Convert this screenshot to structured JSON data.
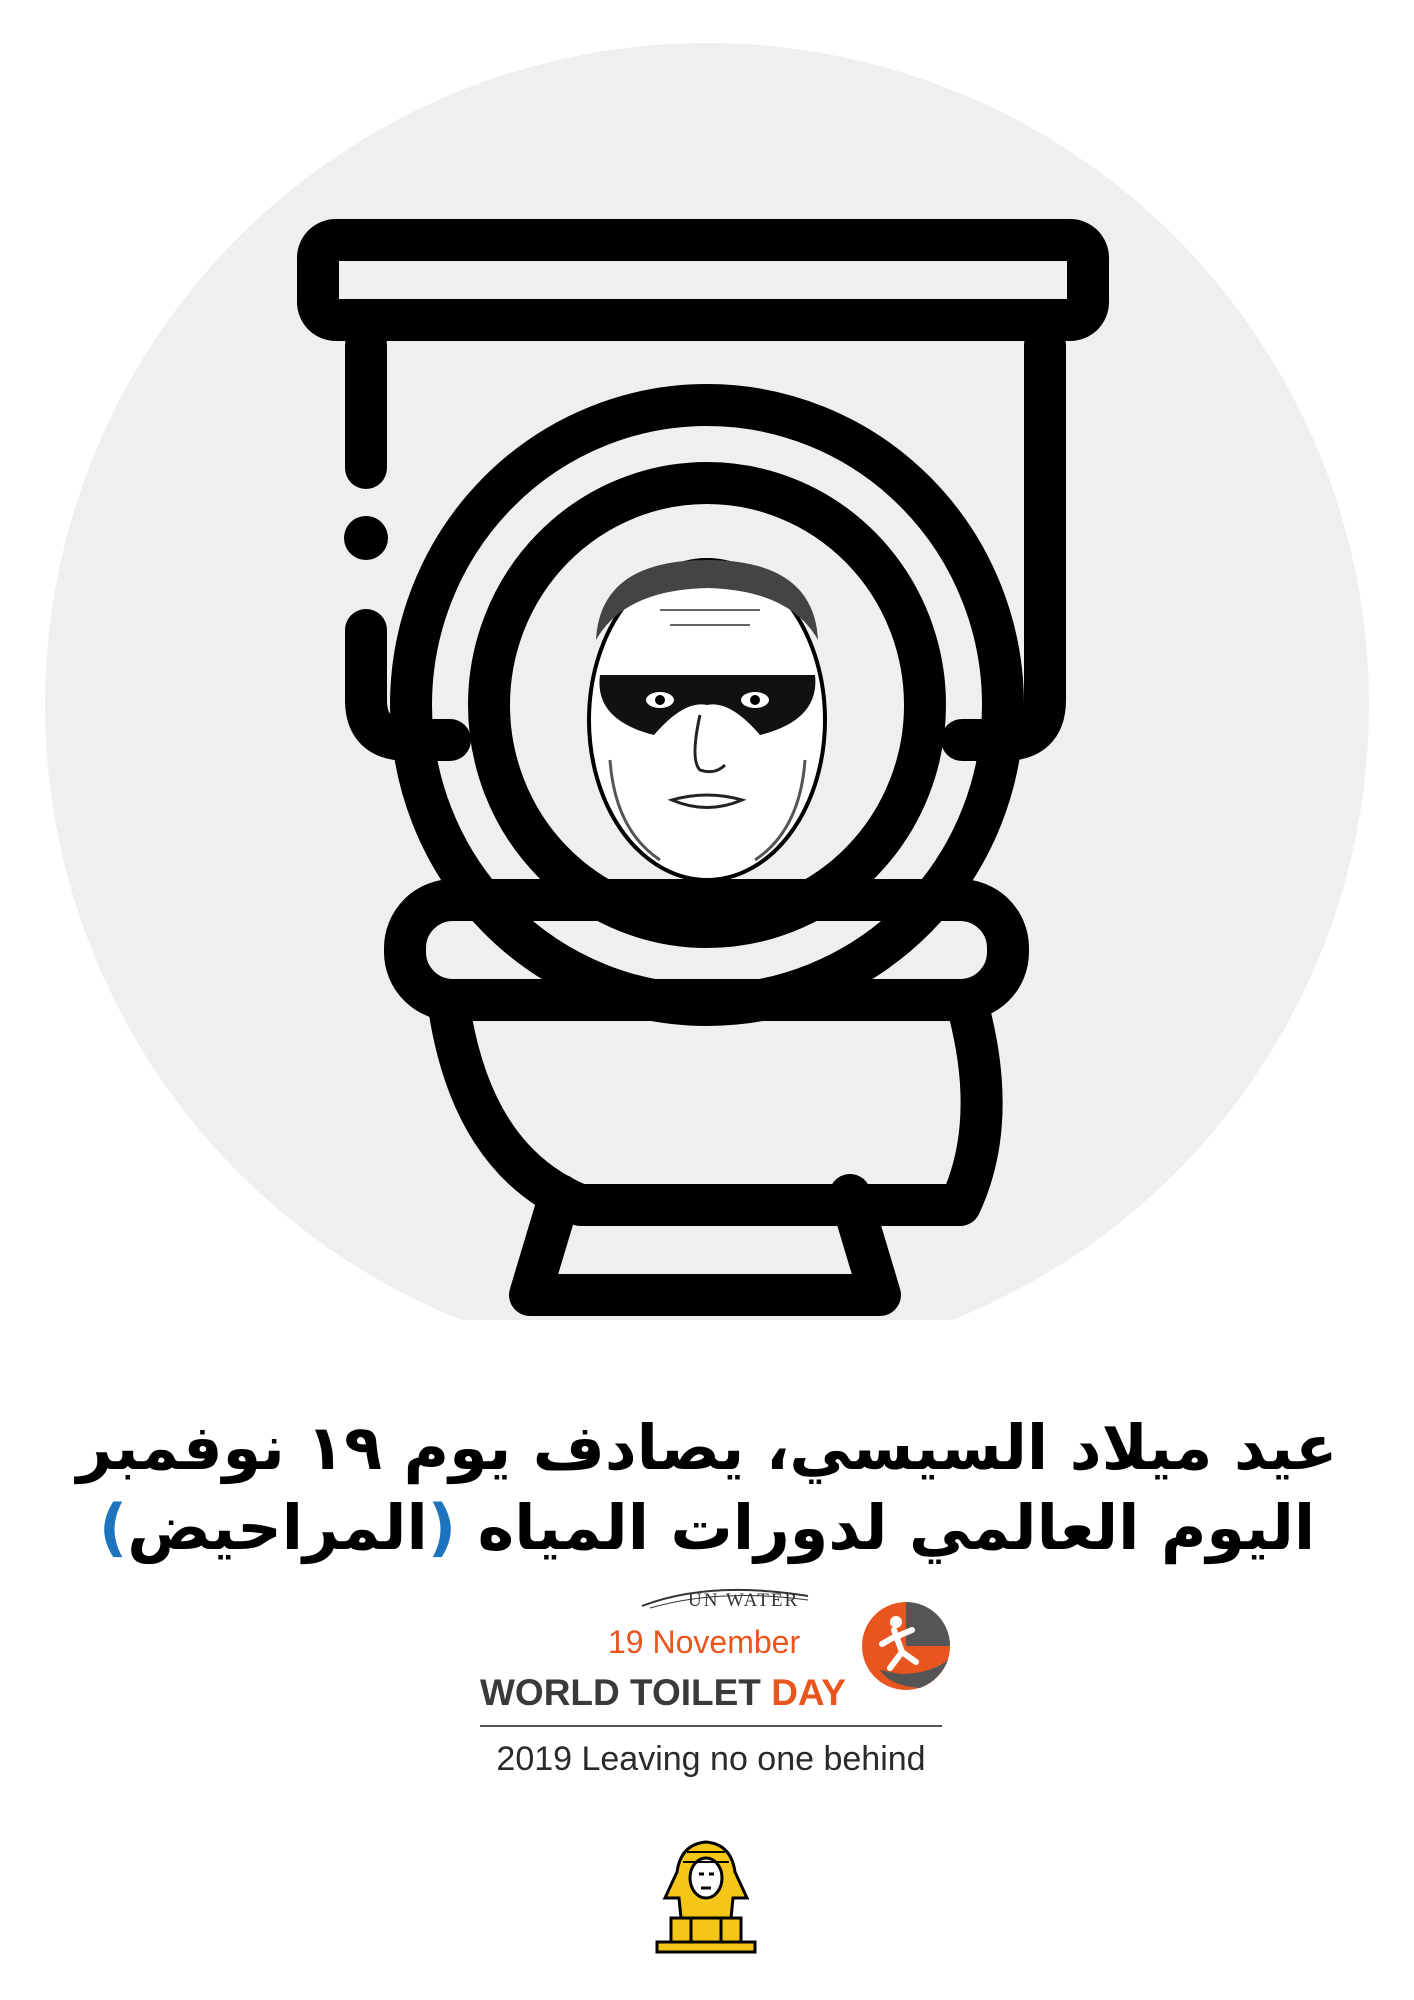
{
  "headline": {
    "line1": "عيد ميلاد السيسي، يصادف يوم ١٩ نوفمبر",
    "line2_main": "اليوم العالمي لدورات المياه",
    "line2_open": "(",
    "line2_paren": "المراحيض",
    "line2_close": ")"
  },
  "logo": {
    "org": "UN WATER",
    "date": "19  November",
    "title_main": "WORLD TOILET ",
    "title_accent": "DAY",
    "tagline": "2019 Leaving no one behind"
  },
  "colors": {
    "background_circle": "#efefef",
    "line_art": "#000000",
    "accent_orange": "#e8551e",
    "accent_blue": "#1e73be",
    "sphinx_yellow": "#f5c518"
  },
  "icons": [
    "toilet-icon",
    "masked-face-caricature",
    "globe-runner-icon",
    "sphinx-icon"
  ]
}
